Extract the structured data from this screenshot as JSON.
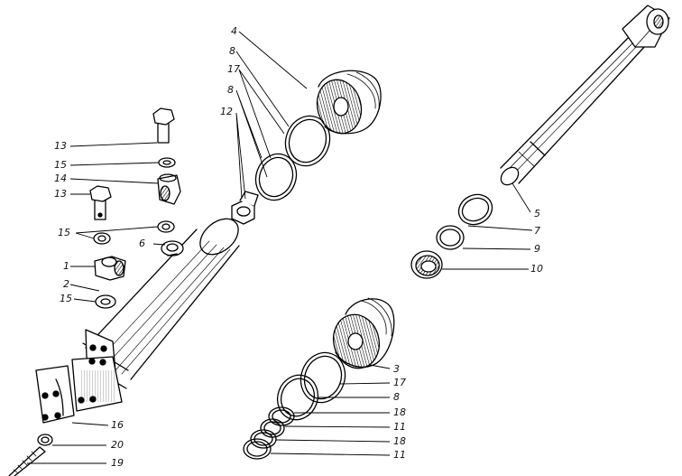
{
  "callouts": {
    "c1": "1",
    "c2": "2",
    "c3": "3",
    "c4": "4",
    "c5": "5",
    "c6": "6",
    "c7": "7",
    "c8_top": "8",
    "c8_mid": "8",
    "c8_bot": "8",
    "c9": "9",
    "c10": "10",
    "c11_a": "11",
    "c11_b": "11",
    "c12": "12",
    "c13_a": "13",
    "c13_b": "13",
    "c14": "14",
    "c15_a": "15",
    "c15_b": "15",
    "c15_c": "15",
    "c16": "16",
    "c17_top": "17",
    "c17_bot": "17",
    "c18_a": "18",
    "c18_b": "18",
    "c19": "19",
    "c20": "20"
  }
}
